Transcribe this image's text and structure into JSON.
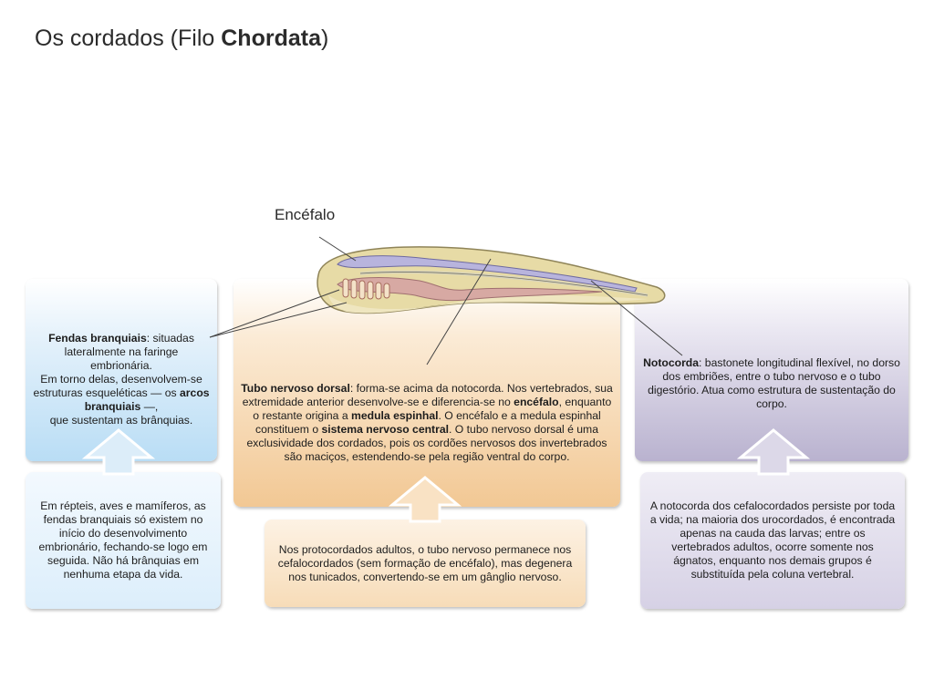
{
  "title": {
    "prefix": "Os cordados (Filo ",
    "bold": "Chordata",
    "suffix": ")"
  },
  "diagram": {
    "label_encefalo": "Encéfalo"
  },
  "fendas": {
    "term": "Fendas branquiais",
    "text1": ": situadas lateralmente na faringe embrionária.",
    "text2": "Em torno delas, desenvolvem-se estruturas esqueléticas — os",
    "term2": "arcos branquiais",
    "text3": " —,",
    "text4": "que sustentam as brânquias."
  },
  "fendas_note": {
    "text": "Em répteis, aves e mamíferos, as fendas branquiais só existem no início do desenvolvimento embrionário, fechando-se logo em seguida. Não há brânquias em nenhuma etapa da vida."
  },
  "tubo": {
    "term": "Tubo nervoso dorsal",
    "text1": ": forma-se acima da notocorda. Nos vertebrados, sua extremidade anterior desenvolve-se e diferencia-se no ",
    "term2": "encéfalo",
    "text2": ", enquanto o restante origina a ",
    "term3": "medula espinhal",
    "text3": ". O encéfalo e a medula espinhal constituem o ",
    "term4": "sistema nervoso central",
    "text4": ". O tubo nervoso dorsal é uma exclusividade dos cordados, pois os cordões nervosos dos invertebrados são maciços, estendendo-se pela região ventral do corpo."
  },
  "tubo_note": {
    "text": "Nos protocordados adultos, o tubo nervoso permanece nos cefalocordados (sem formação de encéfalo), mas degenera nos tunicados, convertendo-se em um gânglio nervoso."
  },
  "notocorda": {
    "term": "Notocorda",
    "text1": ": bastonete longitudinal flexível, no dorso dos embriões, entre o tubo nervoso e o tubo digestório. Atua como estrutura de sustentação do corpo."
  },
  "notocorda_note": {
    "text": "A notocorda dos cefalocordados persiste por toda a vida; na maioria dos urocordados, é encontrada apenas na cauda das larvas; entre os vertebrados adultos, ocorre somente nos ágnatos, enquanto nos demais grupos é substituída pela coluna vertebral."
  },
  "colors": {
    "blue": "#b9ddf5",
    "orange": "#f2c894",
    "purple": "#b9b2cf"
  }
}
